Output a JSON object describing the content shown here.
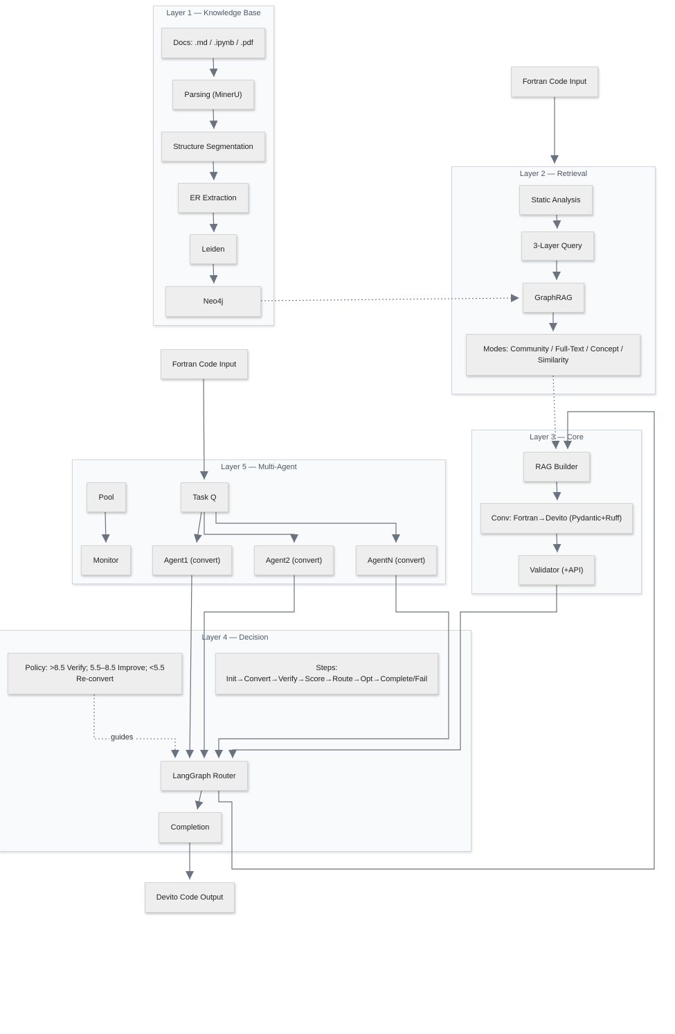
{
  "clusters": {
    "layer1": "Layer 1 — Knowledge Base",
    "layer2": "Layer 2 — Retrieval",
    "layer3": "Layer 3 — Core",
    "layer4": "Layer 4 — Decision",
    "layer5": "Layer 5 — Multi-Agent"
  },
  "nodes": {
    "docs": "Docs: .md / .ipynb / .pdf",
    "parsing": "Parsing (MinerU)",
    "segmentation": "Structure Segmentation",
    "er_extraction": "ER Extraction",
    "leiden": "Leiden",
    "neo4j": "Neo4j",
    "fortran_input_top": "Fortran Code Input",
    "static_analysis": "Static Analysis",
    "three_layer_query": "3-Layer Query",
    "graphrag": "GraphRAG",
    "modes": "Modes: Community / Full-Text / Concept / Similarity",
    "fortran_input_mid": "Fortran Code Input",
    "rag_builder": "RAG Builder",
    "converter": "Conv: Fortran→Devito (Pydantic+Ruff)",
    "validator": "Validator (+API)",
    "pool": "Pool",
    "task_q": "Task Q",
    "monitor": "Monitor",
    "agent1": "Agent1 (convert)",
    "agent2": "Agent2 (convert)",
    "agentn": "AgentN (convert)",
    "policy": "Policy: >8.5 Verify; 5.5–8.5 Improve; <5.5 Re-convert",
    "steps": "Steps: Init→Convert→Verify→Score→Route→Opt→Complete/Fail",
    "router": "LangGraph Router",
    "completion": "Completion",
    "devito_output": "Devito Code Output"
  },
  "edge_labels": {
    "guides": "guides"
  }
}
